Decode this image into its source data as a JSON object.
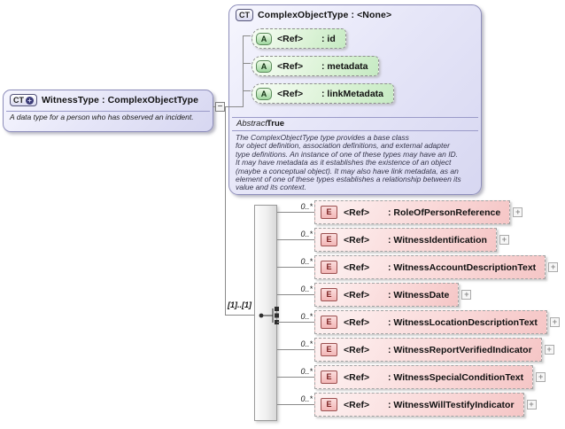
{
  "witness_type": {
    "badge": "CT",
    "badge_modifier": "+",
    "title": "WitnessType : ComplexObjectType",
    "annotation": "A data type for a person who has observed an incident."
  },
  "base_type": {
    "badge": "CT",
    "title": "ComplexObjectType : <None>",
    "attributes": [
      {
        "badge": "A",
        "ref": "<Ref>",
        "name": ": id"
      },
      {
        "badge": "A",
        "ref": "<Ref>",
        "name": ": metadata"
      },
      {
        "badge": "A",
        "ref": "<Ref>",
        "name": ": linkMetadata"
      }
    ],
    "facet_label": "Abstract",
    "facet_value": "True",
    "description": "The ComplexObjectType type provides a base class\nfor object definition, association definitions, and external adapter\ntype definitions. An instance of one of these types may have an ID.\nIt may have metadata as it establishes the existence of an object\n(maybe a conceptual object). It may also have link metadata, as an\nelement of one of these types establishes a relationship between its\nvalue and its context."
  },
  "connector": {
    "cardinality": "[1]..[1]",
    "collapse_glyph": "−",
    "expand_glyph": "+"
  },
  "elements": [
    {
      "occurrence": "0..*",
      "badge": "E",
      "ref": "<Ref>",
      "name": ": RoleOfPersonReference"
    },
    {
      "occurrence": "0..*",
      "badge": "E",
      "ref": "<Ref>",
      "name": ": WitnessIdentification"
    },
    {
      "occurrence": "0..*",
      "badge": "E",
      "ref": "<Ref>",
      "name": ": WitnessAccountDescriptionText"
    },
    {
      "occurrence": "0..*",
      "badge": "E",
      "ref": "<Ref>",
      "name": ": WitnessDate"
    },
    {
      "occurrence": "0..*",
      "badge": "E",
      "ref": "<Ref>",
      "name": ": WitnessLocationDescriptionText"
    },
    {
      "occurrence": "0..*",
      "badge": "E",
      "ref": "<Ref>",
      "name": ": WitnessReportVerifiedIndicator"
    },
    {
      "occurrence": "0..*",
      "badge": "E",
      "ref": "<Ref>",
      "name": ": WitnessSpecialConditionText"
    },
    {
      "occurrence": "0..*",
      "badge": "E",
      "ref": "<Ref>",
      "name": ": WitnessWillTestifyIndicator"
    }
  ]
}
